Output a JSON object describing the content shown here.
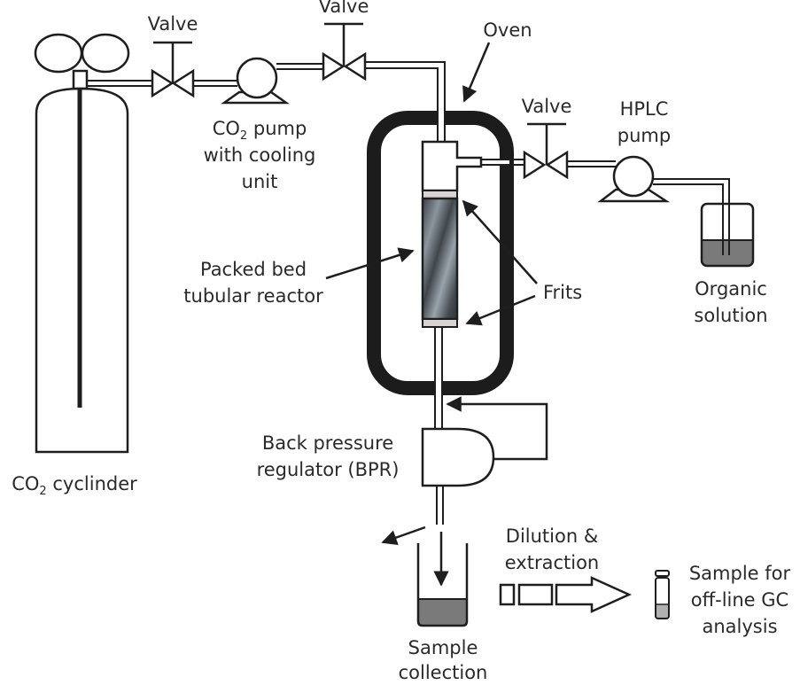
{
  "labels": {
    "valve1": "Valve",
    "valve2": "Valve",
    "valve3": "Valve",
    "oven": "Oven",
    "co2_pump_line1_pre": "CO",
    "co2_pump_line1_sub": "2",
    "co2_pump_line1_post": " pump",
    "co2_pump_line2": "with cooling",
    "co2_pump_line3": "unit",
    "hplc_line1": "HPLC",
    "hplc_line2": "pump",
    "reactor_line1": "Packed bed",
    "reactor_line2": "tubular reactor",
    "frits": "Frits",
    "organic_line1": "Organic",
    "organic_line2": "solution",
    "cylinder_pre": "CO",
    "cylinder_sub": "2",
    "cylinder_post": " cyclinder",
    "bpr_line1": "Back pressure",
    "bpr_line2": "regulator (BPR)",
    "dilution_line1": "Dilution &",
    "dilution_line2": "extraction",
    "sample_line1": "Sample",
    "sample_line2": "collection",
    "gc_line1": "Sample for",
    "gc_line2": "off-line GC",
    "gc_line3": "analysis"
  },
  "colors": {
    "line": "#1e1e1e",
    "oven": "#1c1c1c",
    "liquid": "#7a7a7a",
    "frit": "#d8d4d4",
    "packing_dark": "#3a3f45",
    "packing_light": "#9aa3ab"
  }
}
